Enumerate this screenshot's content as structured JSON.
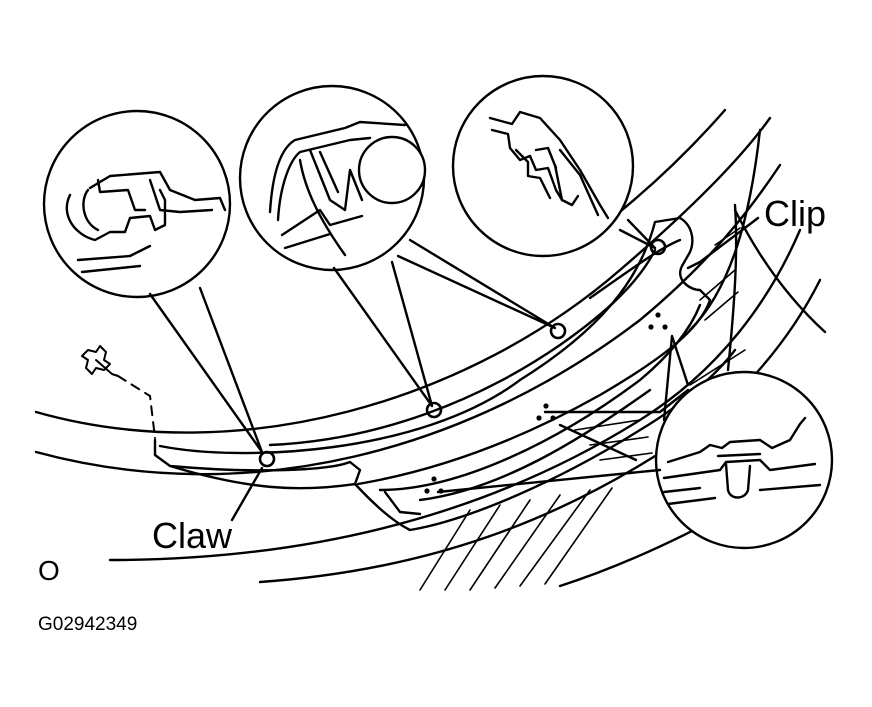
{
  "labels": {
    "clip": "Clip",
    "claw": "Claw",
    "view_marker": "O",
    "figure_code": "G02942349"
  },
  "colors": {
    "line": "#000000",
    "background": "#ffffff"
  },
  "icons": {
    "clip_symbol": "triangle-of-dots-icon",
    "claw_symbol": "small-circle-icon",
    "fastener": "push-rivet-icon"
  }
}
